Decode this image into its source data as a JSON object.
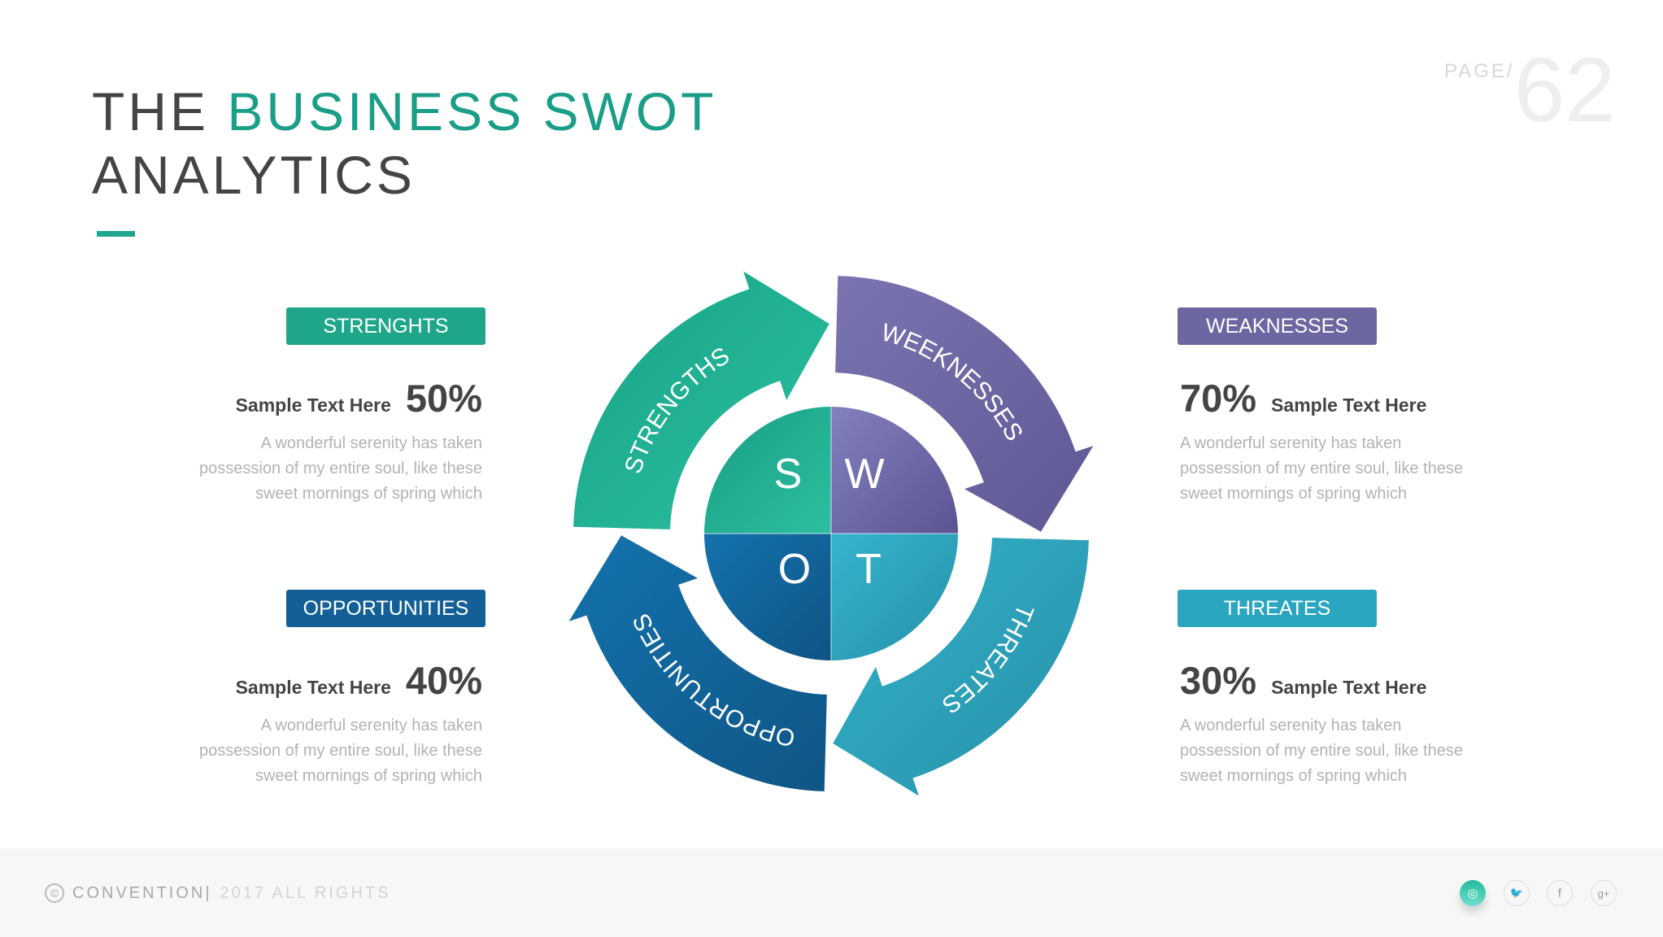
{
  "title": {
    "word1": "THE",
    "highlight": "BUSINESS SWOT",
    "line2": "ANALYTICS"
  },
  "page": {
    "label": "PAGE/",
    "number": "62"
  },
  "swot": {
    "quadrants": {
      "s": "S",
      "w": "W",
      "o": "O",
      "t": "T"
    },
    "arrows": [
      {
        "key": "strengths",
        "label": "STRENGTHS",
        "color_a": "#17a386",
        "color_b": "#2cc0a0"
      },
      {
        "key": "weaknesses",
        "label": "WEEKNESSES",
        "color_a": "#7a74b0",
        "color_b": "#5e5894"
      },
      {
        "key": "threats",
        "label": "THREATES",
        "color_a": "#35b2ca",
        "color_b": "#2590a8"
      },
      {
        "key": "opportunities",
        "label": "OPPORTUNITIES",
        "color_a": "#1473ad",
        "color_b": "#0f5586"
      }
    ]
  },
  "cards": {
    "strengths": {
      "tag": "STRENGHTS",
      "heading": "Sample Text Here",
      "percent": "50%",
      "lines": [
        "A wonderful serenity has taken",
        "possession of my entire soul, like these",
        "sweet mornings of spring which"
      ],
      "color": "#1fa68a"
    },
    "weaknesses": {
      "tag": "WEAKNESSES",
      "heading": "Sample Text Here",
      "percent": "70%",
      "lines": [
        "A wonderful serenity has taken",
        "possession of my entire soul, like these",
        "sweet mornings of spring which"
      ],
      "color": "#6c66a1"
    },
    "opportunities": {
      "tag": "OPPORTUNITIES",
      "heading": "Sample Text Here",
      "percent": "40%",
      "lines": [
        "A wonderful serenity has taken",
        "possession of my entire soul, like these",
        "sweet mornings of spring which"
      ],
      "color": "#135f97"
    },
    "threats": {
      "tag": "THREATES",
      "heading": "Sample Text Here",
      "percent": "30%",
      "lines": [
        "A wonderful serenity has taken",
        "possession of my entire soul, like these",
        "sweet mornings of spring which"
      ],
      "color": "#2aa6c0"
    }
  },
  "footer": {
    "copyright_icon": "©",
    "brand": "CONVENTION|",
    "rights": "2017 ALL RIGHTS",
    "social": [
      "instagram-icon",
      "twitter-icon",
      "facebook-icon",
      "google-plus-icon"
    ],
    "social_glyphs": [
      "◎",
      "🐦",
      "f",
      "g+"
    ]
  }
}
